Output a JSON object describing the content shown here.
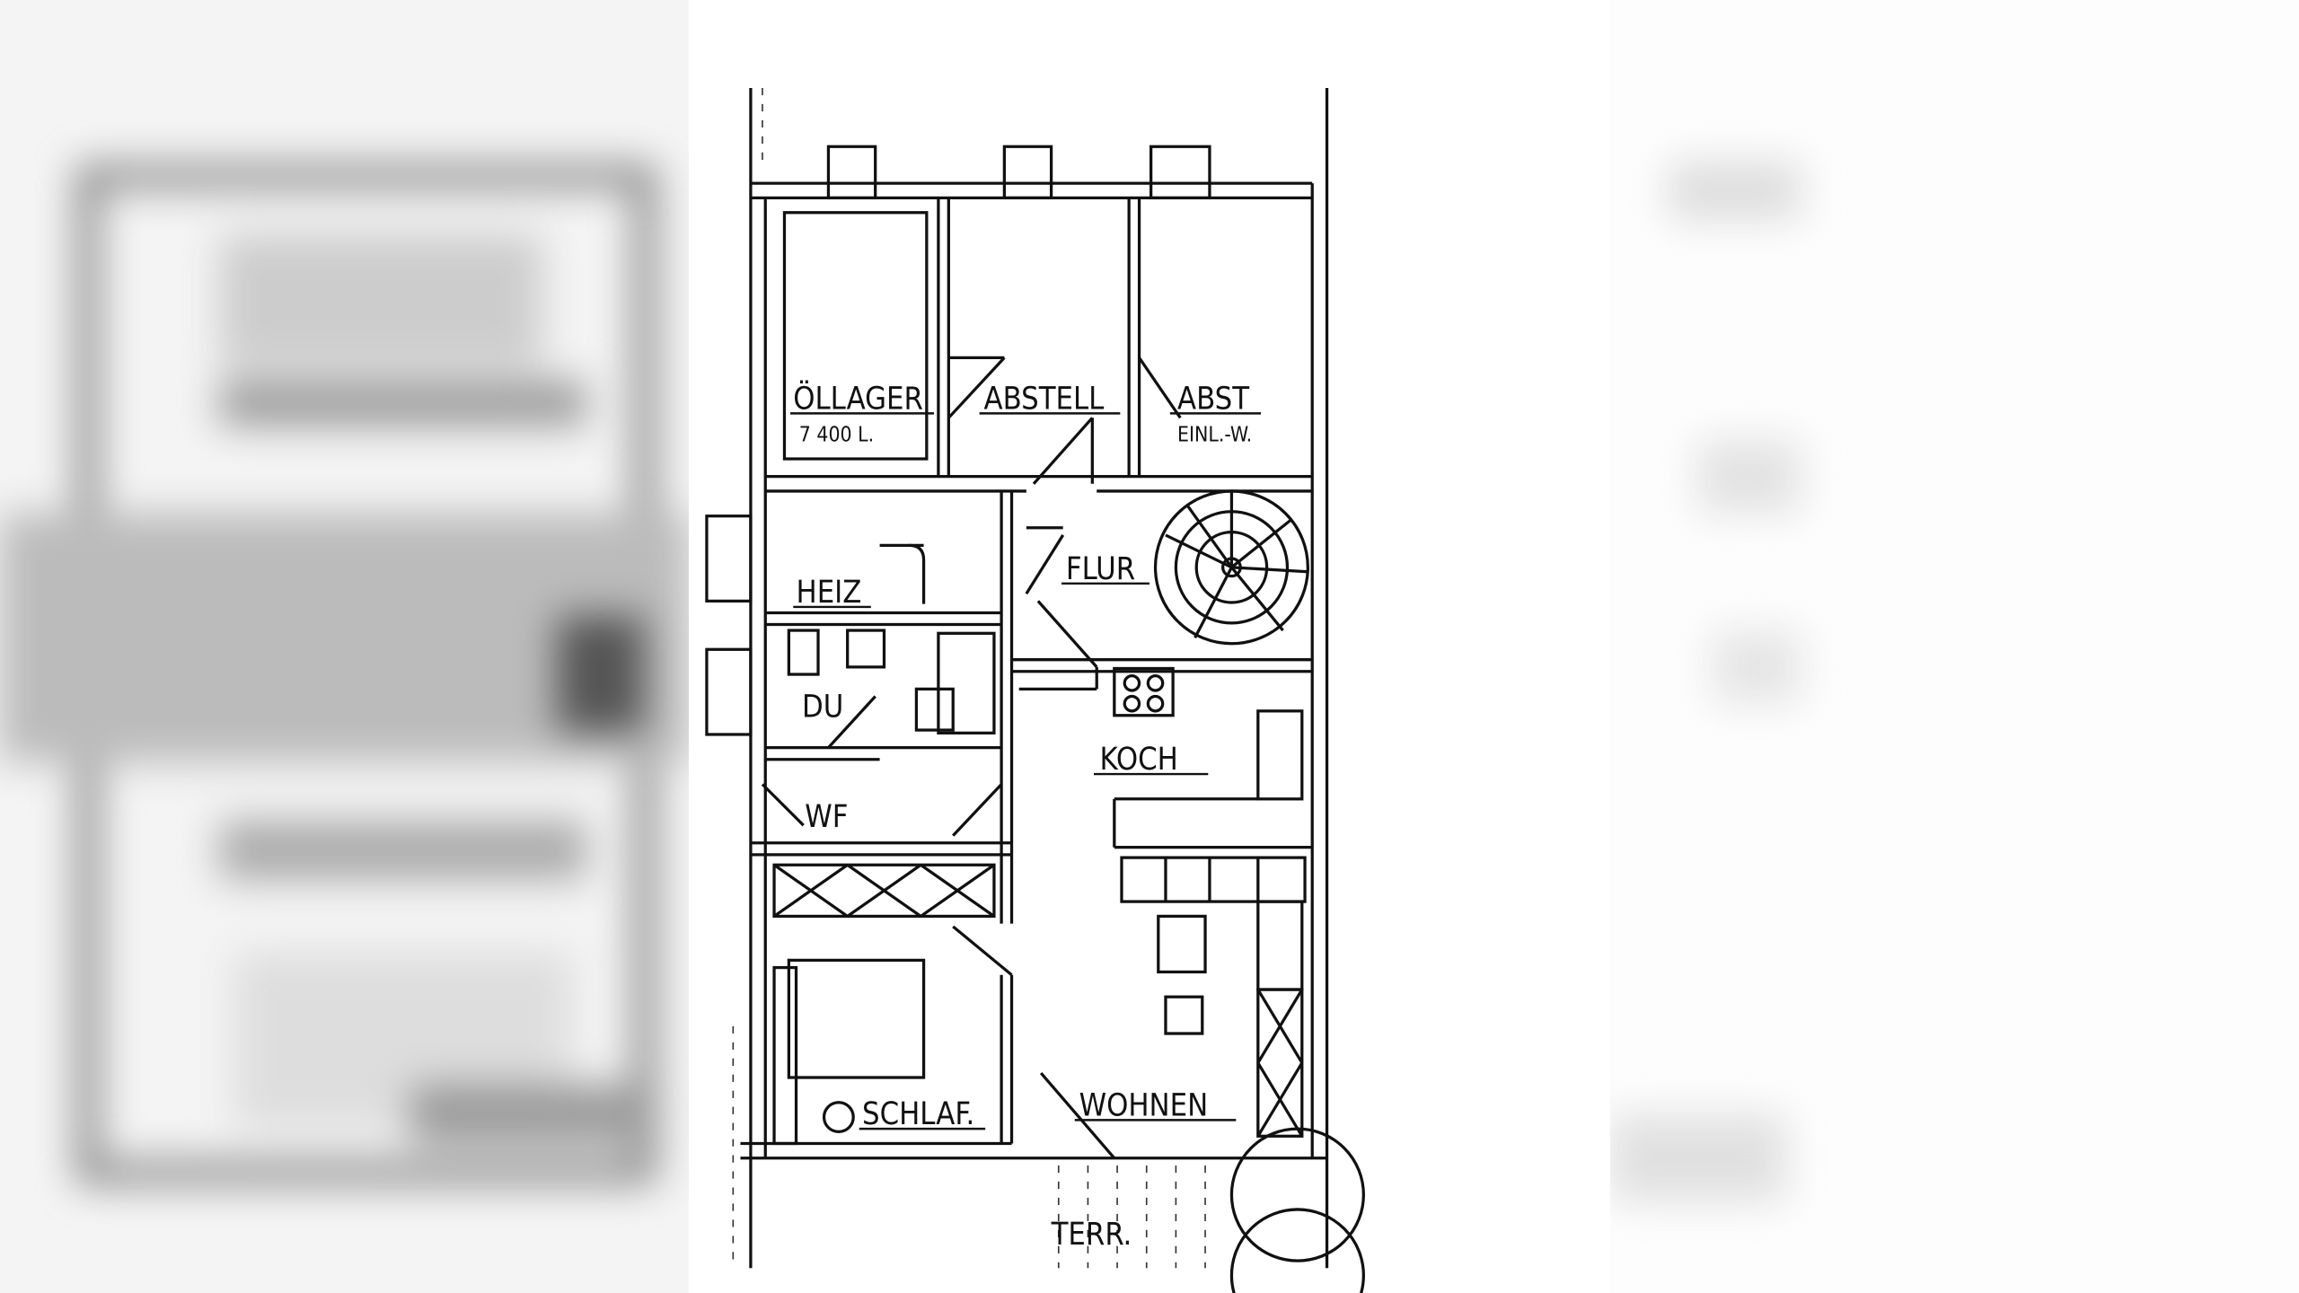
{
  "floor_plan": {
    "rooms": {
      "oellager": "ÖLLAGER",
      "oellager_note": "7 400 L.",
      "abstell": "ABSTELL",
      "abst": "ABST",
      "abst_note": "EINL.-W.",
      "flur": "FLUR",
      "heiz": "HEIZ",
      "du": "DU",
      "koch": "KOCH",
      "wf": "WF",
      "schlaf": "SCHLAF.",
      "wohnen": "WOHNEN",
      "terr": "TERR."
    }
  }
}
